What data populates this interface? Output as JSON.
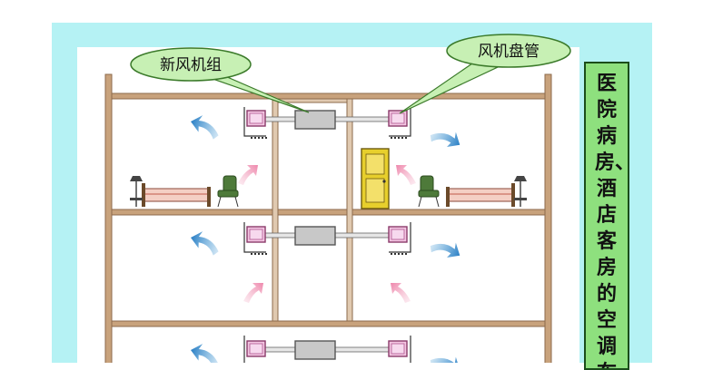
{
  "labels": {
    "fresh_air_unit": "新风机组",
    "fan_coil": "风机盘管"
  },
  "side_title": "医院病房、酒店客房的空调布",
  "colors": {
    "background": "#ffffff",
    "frame": "#b5f2f4",
    "wall": "#c8a27c",
    "bubble": "#c7f0b4",
    "side_panel": "#8ee07e",
    "arrow_supply": "#5aa6d9",
    "arrow_fresh": "#f4a7c2",
    "fan_coil_box": "#f3c6e2",
    "unit_box": "#c8c8c8",
    "door": "#e7cf2c"
  },
  "icons": [
    "bed-icon",
    "chair-icon",
    "lamp-icon",
    "door-icon",
    "airflow-arrow-icon",
    "fresh-air-arrow-icon"
  ]
}
